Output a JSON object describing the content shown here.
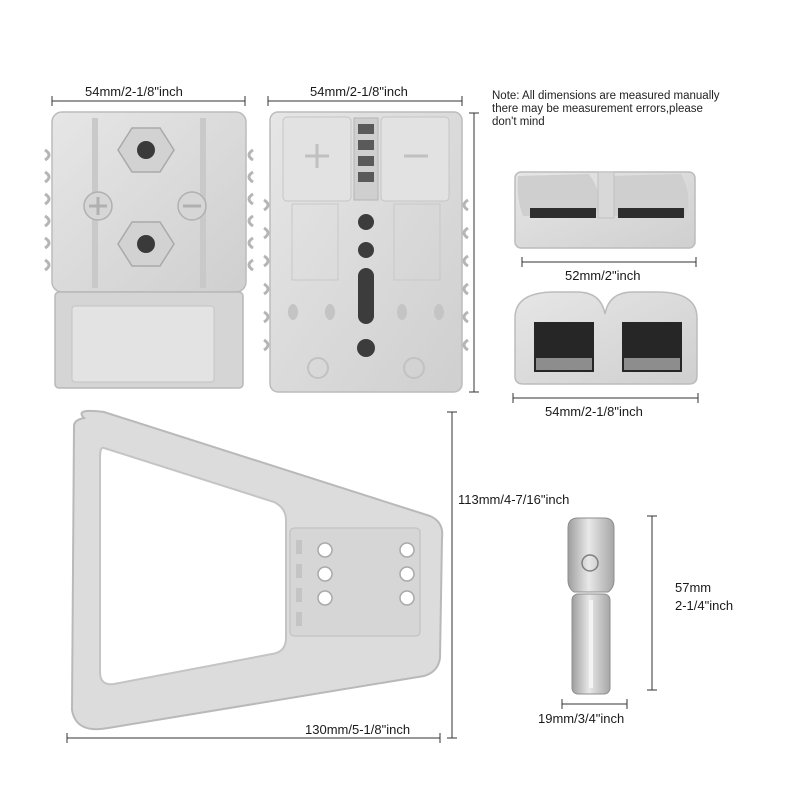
{
  "note": {
    "line1": "Note:  All dimensions are measured manually",
    "line2": "there may be measurement errors,please",
    "line3": "don't mind"
  },
  "dimensions": {
    "housing_top_width": "54mm/2-1/8\"inch",
    "housing_front_width": "54mm/2-1/8\"inch",
    "side_view_width": "52mm/2\"inch",
    "end_view_width": "54mm/2-1/8\"inch",
    "handle_height": "113mm/4-7/16\"inch",
    "handle_width": "130mm/5-1/8\"inch",
    "terminal_height_mm": "57mm",
    "terminal_height_in": "2-1/4\"inch",
    "terminal_width": "19mm/3/4\"inch"
  },
  "colors": {
    "part_fill": "#dcdcdc",
    "part_shade": "#bdbdbd",
    "dark_cavity": "#2a2a2a",
    "metal": "#c9c9c9",
    "dimension_line": "#333333"
  },
  "icons": [
    "plus-symbol",
    "minus-symbol"
  ]
}
